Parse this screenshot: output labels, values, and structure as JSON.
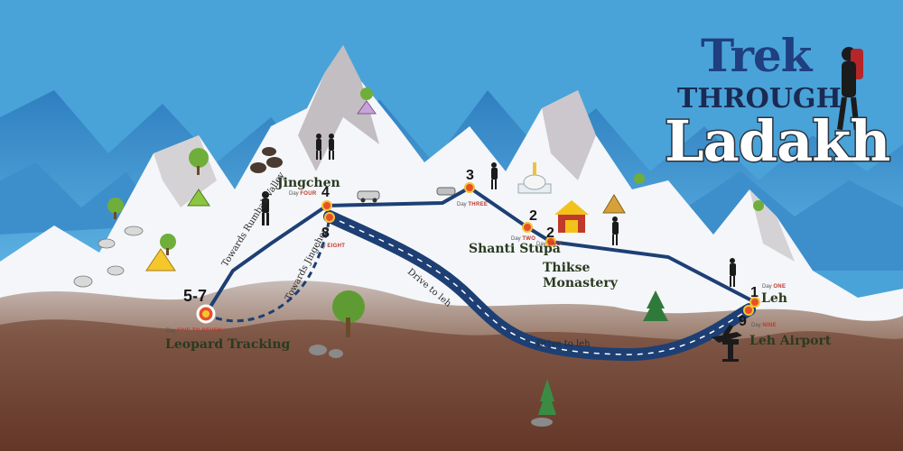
{
  "title": {
    "line1": "Trek",
    "line2": "THROUGH",
    "line3": "Ladakh"
  },
  "stops": [
    {
      "id": "leh",
      "number": "1",
      "day_prefix": "Day",
      "day_text": "ONE",
      "name": "Leh"
    },
    {
      "id": "leh-airport",
      "number": "9",
      "day_prefix": "Day",
      "day_text": "NINE",
      "name": "Leh Airport"
    },
    {
      "id": "thikse",
      "number": "2",
      "day_prefix": "Day",
      "day_text": "TWO",
      "name": "Thikse Monastery"
    },
    {
      "id": "shanti",
      "number": "2",
      "day_prefix": "Day",
      "day_text": "TWO",
      "name": "Shanti Stupa"
    },
    {
      "id": "day-three",
      "number": "3",
      "day_prefix": "Day",
      "day_text": "THREE",
      "name": ""
    },
    {
      "id": "jingchen",
      "number": "4",
      "day_prefix": "Day",
      "day_text": "FOUR",
      "name": "Jingchen"
    },
    {
      "id": "day-eight",
      "number": "8",
      "day_prefix": "Day",
      "day_text": "EIGHT",
      "name": ""
    },
    {
      "id": "leopard",
      "number": "5-7",
      "day_prefix": "Day",
      "day_text": "FIVE TO SEVEN",
      "name": "Leopard Tracking"
    }
  ],
  "route_labels": {
    "towards_rumbak": "Towards Rumbak Valley",
    "towards_jingchen": "Towards Jingchen",
    "drive_to_leh_1": "Drive to leh",
    "drive_to_leh_2": "Drive to leh"
  },
  "colors": {
    "sky": "#4aa3d8",
    "route": "#1d3f74",
    "stop_marker": "#e8502a",
    "ground": "#8f6a58"
  },
  "icons": [
    "trekker-icon",
    "stupa-icon",
    "monastery-icon",
    "tent-icon",
    "yak-icon",
    "snow-leopard-icon",
    "tree-icon",
    "car-icon",
    "plane-icon",
    "control-tower-icon"
  ]
}
